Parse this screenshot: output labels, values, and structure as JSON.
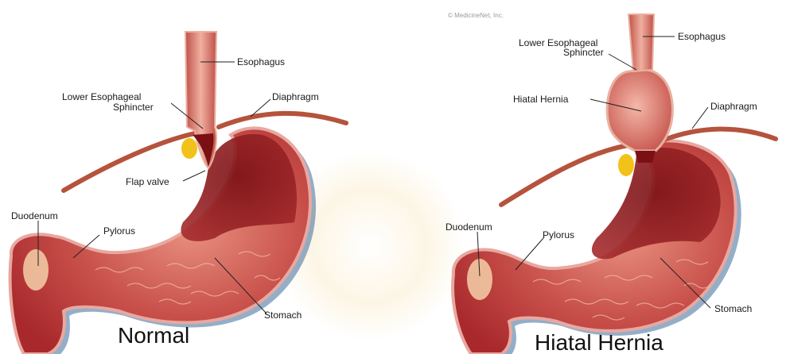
{
  "normal": {
    "title": "Normal",
    "labels": {
      "esophagus": "Esophagus",
      "les_line1": "Lower Esophageal",
      "les_line2": "Sphincter",
      "diaphragm": "Diaphragm",
      "flap_valve": "Flap valve",
      "duodenum": "Duodenum",
      "pylorus": "Pylorus",
      "stomach": "Stomach"
    }
  },
  "hernia": {
    "title": "Hiatal Hernia",
    "labels": {
      "esophagus": "Esophagus",
      "les_line1": "Lower Esophageal",
      "les_line2": "Sphincter",
      "hiatal_hernia": "Hiatal Hernia",
      "diaphragm": "Diaphragm",
      "duodenum": "Duodenum",
      "pylorus": "Pylorus",
      "stomach": "Stomach"
    }
  },
  "copyright": "© MedicineNet, Inc.",
  "colors": {
    "stomach_outer": "#c4464a",
    "stomach_inner": "#8e1a1e",
    "stomach_edge": "#e8a8a0",
    "diaphragm": "#b5533c",
    "fat": "#f2c21a",
    "shadow": "#3d6b9a"
  }
}
